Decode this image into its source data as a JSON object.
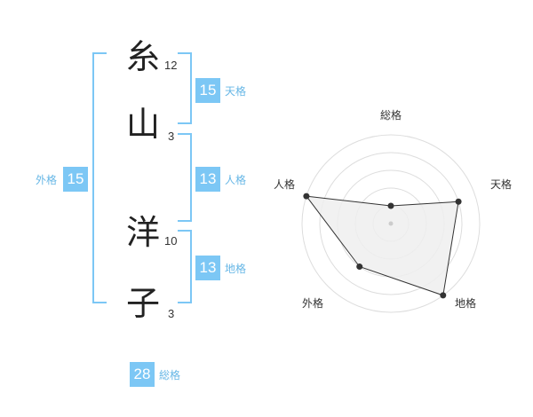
{
  "name": {
    "chars": [
      {
        "kanji": "糸",
        "strokes": "12"
      },
      {
        "kanji": "山",
        "strokes": "3"
      },
      {
        "kanji": "洋",
        "strokes": "10"
      },
      {
        "kanji": "子",
        "strokes": "3"
      }
    ]
  },
  "fortunes": {
    "tenkaku": {
      "value": "15",
      "label": "天格"
    },
    "jinkaku": {
      "value": "13",
      "label": "人格"
    },
    "chikaku": {
      "value": "13",
      "label": "地格"
    },
    "gaikaku": {
      "value": "15",
      "label": "外格"
    },
    "soukaku": {
      "value": "28",
      "label": "総格"
    }
  },
  "radar": {
    "axes": [
      "総格",
      "天格",
      "地格",
      "外格",
      "人格"
    ],
    "values": [
      1,
      4,
      5,
      3,
      5
    ],
    "max": 5,
    "fill_color": "#eeeeee",
    "line_color": "#333333",
    "grid_color": "#dddddd",
    "accent_color": "#7cc7f5"
  }
}
